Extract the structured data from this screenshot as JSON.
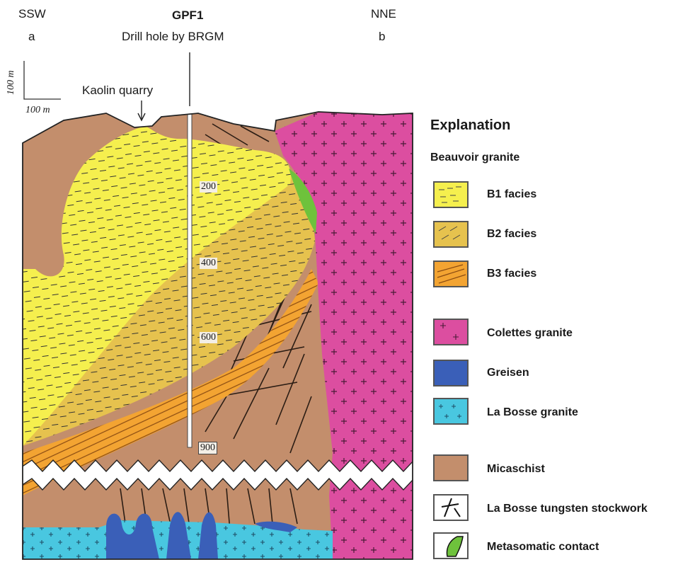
{
  "header": {
    "left_dir": "SSW",
    "left_letter": "a",
    "center_title": "GPF1",
    "center_sub": "Drill hole by BRGM",
    "right_dir": "NNE",
    "right_letter": "b"
  },
  "scale": {
    "vertical": "100 m",
    "horizontal": "100 m"
  },
  "annotations": {
    "kaolin": "Kaolin quarry"
  },
  "depths": [
    "200",
    "400",
    "600",
    "900"
  ],
  "legend": {
    "title": "Explanation",
    "subtitle": "Beauvoir granite",
    "items": [
      {
        "label": "B1 facies",
        "color": "#f5ef4e"
      },
      {
        "label": "B2 facies",
        "color": "#e6c24e"
      },
      {
        "label": "B3 facies",
        "color": "#f3a432"
      },
      {
        "label": "Colettes granite",
        "color": "#dc4ea0"
      },
      {
        "label": "Greisen",
        "color": "#3a5fb8"
      },
      {
        "label": "La Bosse granite",
        "color": "#49c7e0"
      },
      {
        "label": "Micaschist",
        "color": "#c38e6c"
      },
      {
        "label": "La Bosse tungsten stockwork",
        "color": "#ffffff"
      },
      {
        "label": "Metasomatic contact",
        "color": "#6ec23c"
      }
    ]
  }
}
